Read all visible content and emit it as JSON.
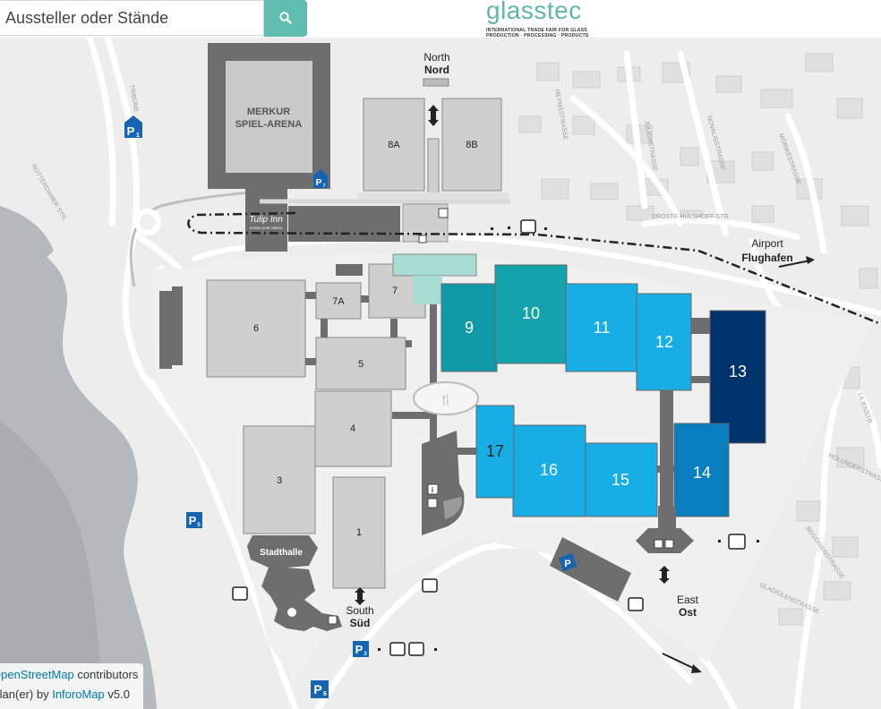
{
  "search": {
    "placeholder": "Aussteller oder Stände",
    "button_icon": "search-icon"
  },
  "logo": {
    "word": "glasstec",
    "tagline_1": "INTERNATIONAL TRADE FAIR FOR GLASS",
    "tagline_2": "PRODUCTION · PROCESSING · PRODUCTS",
    "color": "#5fb8a6"
  },
  "halls": {
    "h1": "1",
    "h3": "3",
    "h4": "4",
    "h5": "5",
    "h6": "6",
    "h7": "7",
    "h7a": "7A",
    "h8a": "8A",
    "h8b": "8B",
    "h9": "9",
    "h10": "10",
    "h11": "11",
    "h12": "12",
    "h13": "13",
    "h14": "14",
    "h15": "15",
    "h16": "16",
    "h17": "17",
    "merkur_1": "MERKUR",
    "merkur_2": "SPIEL-ARENA",
    "stadthalle": "Stadthalle"
  },
  "entrances": {
    "north_en": "North",
    "north_de": "Nord",
    "south_en": "South",
    "south_de": "Süd",
    "east_en": "East",
    "east_de": "Ost",
    "airport_en": "Airport",
    "airport_de": "Flughafen"
  },
  "parking": {
    "p1": "1",
    "p3": "3",
    "p5": "5",
    "p6": "6",
    "p7": "7"
  },
  "streets": {
    "tribuene": "TRIBÜNE",
    "rotterdamer": "ROTTERDAMER STR.",
    "heymsstrasse": "HEYMSSTRASSE",
    "juelichstrasse": "JÜLICHSTRASSE",
    "schlossstrasse": "NOVALISSTRASSE",
    "droste": "DROSTE-HÜLSHOFF-STR.",
    "moerikestrasse": "MÖRIKESTRASSE",
    "liliensstrasse": "LILIENSTR.",
    "holunderstrasse": "HOLUNDERSTRASSE",
    "begonienstrasse": "BEGONIENSTRASSE",
    "gladiolenstrasse": "GLADIOLENSTRASSE"
  },
  "hotel": {
    "name": "Tulip Inn",
    "sub": "DÜSSELDORF ARENA"
  },
  "attribution": {
    "line1_link": "OpenStreetMap",
    "line1_text": " contributors",
    "line2_text": "Plan(er) by ",
    "line2_link": "InforoMap",
    "line2_ver": " v5.0"
  },
  "colors": {
    "hall_grey": "#cfcfcf",
    "dark_grey": "#6e6e6e",
    "teal": "#0e9aa7",
    "teal_mid": "#14a3ad",
    "light_blue": "#16aee5",
    "mid_blue": "#0a7fbf",
    "dark_blue": "#00336b",
    "mint": "#a8dcd2",
    "water": "#aeb3b8",
    "parking_blue": "#1565b3"
  }
}
